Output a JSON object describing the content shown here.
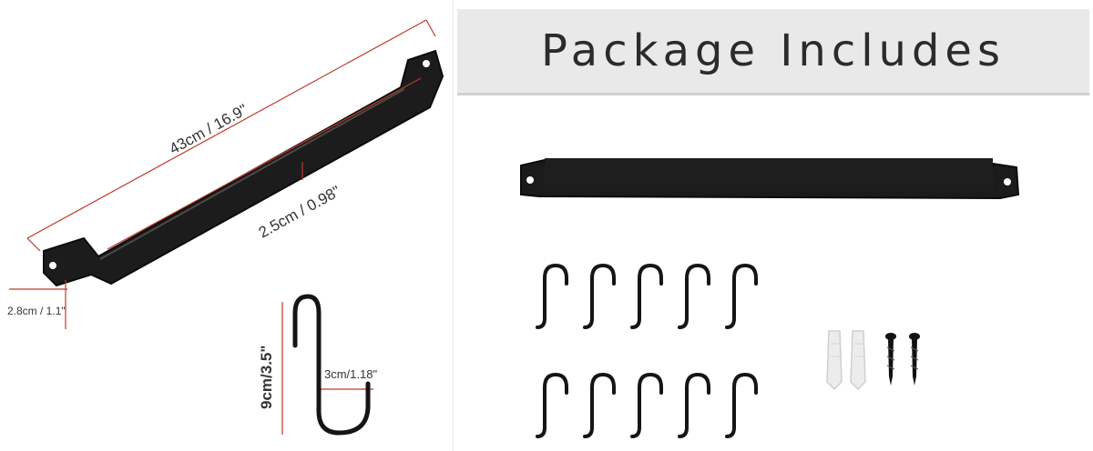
{
  "banner": {
    "title": "Package Includes"
  },
  "dimensions": {
    "length": "43cm / 16.9\"",
    "width": "2.5cm / 0.98\"",
    "depth": "2.8cm / 1.1\"",
    "hook_height": "9cm/3.5\"",
    "hook_width": "3cm/1.18\""
  },
  "package": {
    "hook_count": 10,
    "anchor_count": 2,
    "screw_count": 2
  },
  "colors": {
    "metal": "#111111",
    "dimension_line": "#c0392b",
    "anchor": "#ececec"
  }
}
